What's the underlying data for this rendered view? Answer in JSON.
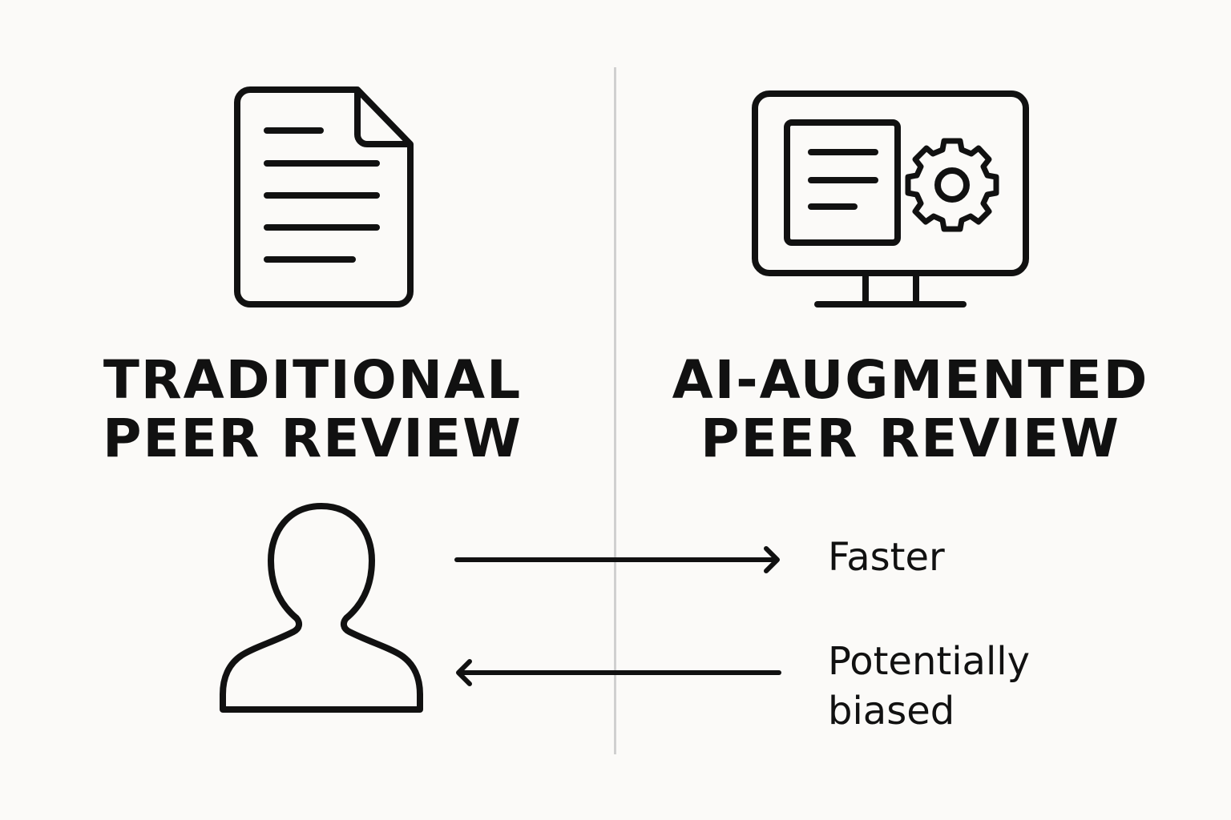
{
  "left": {
    "title_line1": "TRADITIONAL",
    "title_line2": "PEER REVIEW",
    "document_icon": "document-icon",
    "person_icon": "person-icon"
  },
  "right": {
    "title_line1": "AI-AUGMENTED",
    "title_line2": "PEER REVIEW",
    "monitor_icon": "monitor-gear-icon"
  },
  "arrows": [
    {
      "direction": "right",
      "label": "Faster"
    },
    {
      "direction": "left",
      "label_line1": "Potentially",
      "label_line2": "biased"
    }
  ],
  "colors": {
    "background": "#fbfaf8",
    "ink": "#111111",
    "divider": "#d0d0d0"
  }
}
